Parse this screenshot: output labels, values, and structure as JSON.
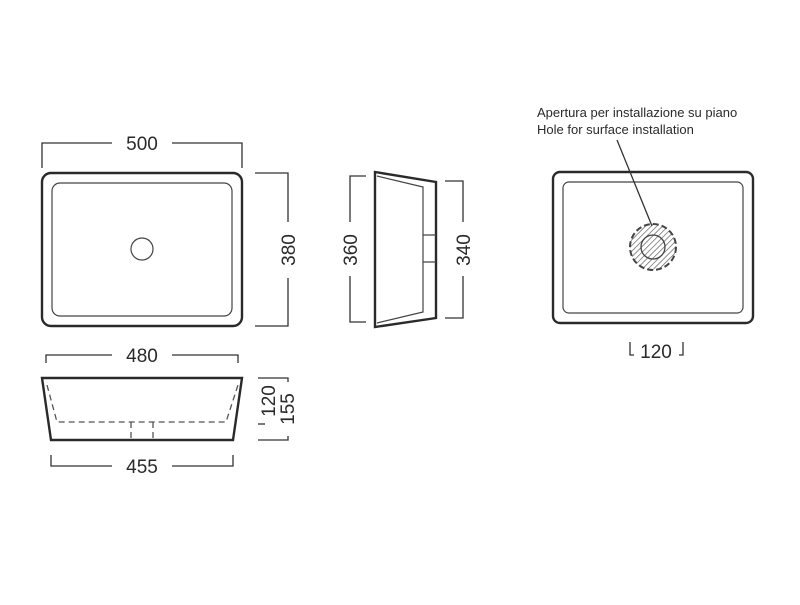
{
  "top_view": {
    "width_label": "500",
    "depth_label": "380"
  },
  "side_view": {
    "outer_label": "360",
    "inner_label": "340"
  },
  "front_view": {
    "top_width_label": "480",
    "bottom_width_label": "455",
    "inner_height_label": "120",
    "height_label": "155"
  },
  "install_view": {
    "note_it": "Apertura per installazione su piano",
    "note_en": "Hole for surface installation",
    "hole_label": "120"
  }
}
